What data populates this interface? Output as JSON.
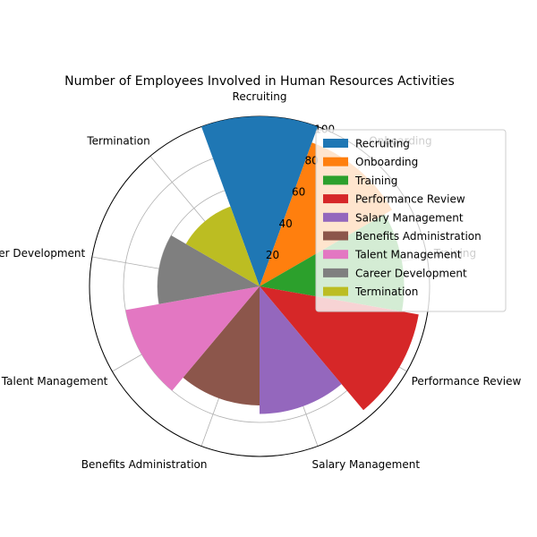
{
  "chart_data": {
    "type": "polar-bar",
    "title": "Number of Employees Involved in Human Resources Activities",
    "categories": [
      "Recruiting",
      "Onboarding",
      "Training",
      "Performance Review",
      "Salary Management",
      "Benefits Administration",
      "Talent Management",
      "Career Development",
      "Termination"
    ],
    "values": [
      100,
      90,
      85,
      95,
      75,
      70,
      80,
      60,
      50
    ],
    "radial_ticks": [
      20,
      40,
      60,
      80,
      100
    ],
    "rlim": [
      0,
      100
    ],
    "grid": true,
    "legend": "right",
    "colors": [
      "#1f77b4",
      "#ff7f0e",
      "#2ca02c",
      "#d62728",
      "#9467bd",
      "#8c564b",
      "#e377c2",
      "#7f7f7f",
      "#bcbd22"
    ]
  }
}
